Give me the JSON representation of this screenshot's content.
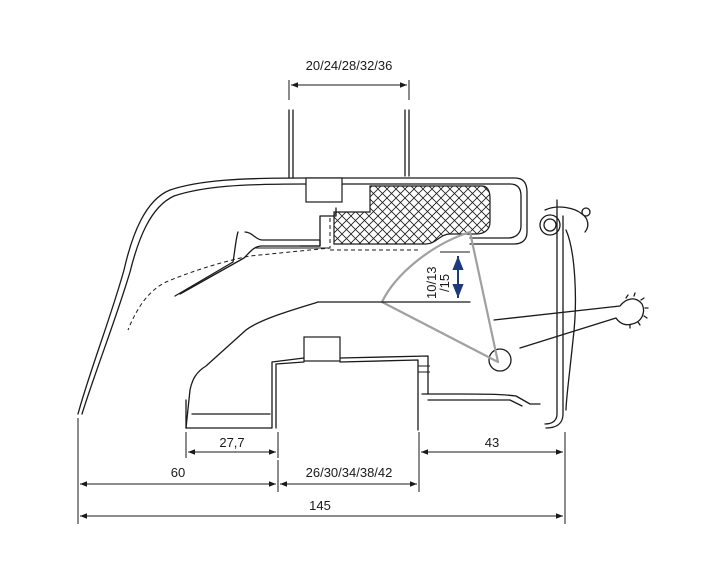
{
  "diagram": {
    "dimensions": {
      "glass_rebate_width": "20/24/28/32/36",
      "gasket_offset": "10/13\n/15",
      "gasket_offset_line1": "10/13",
      "gasket_offset_line2": "/15",
      "inner_leg": "27,7",
      "left_part": "60",
      "frame_depth": "26/30/34/38/42",
      "right_part": "43",
      "total": "145"
    },
    "colors": {
      "stroke": "#1a1a1a",
      "hinge_outline": "#a0a0a0",
      "arrow_blue": "#1f3a7a"
    }
  }
}
